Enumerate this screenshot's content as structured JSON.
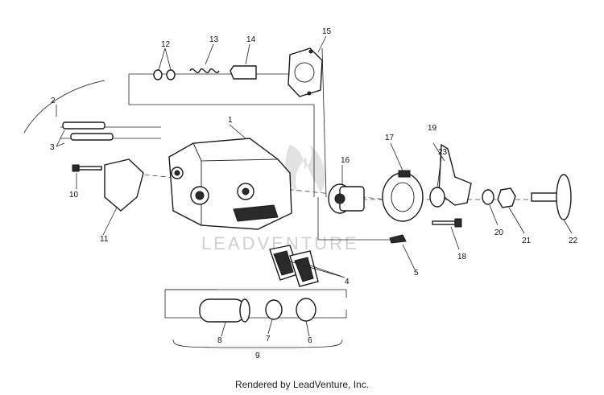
{
  "watermark": "LEADVENTURE",
  "footer": "Rendered by LeadVenture, Inc.",
  "callouts": [
    "1",
    "2",
    "3",
    "4",
    "5",
    "6",
    "7",
    "8",
    "9",
    "10",
    "11",
    "12",
    "13",
    "14",
    "15",
    "16",
    "17",
    "18",
    "19",
    "20",
    "21",
    "22",
    "23"
  ]
}
